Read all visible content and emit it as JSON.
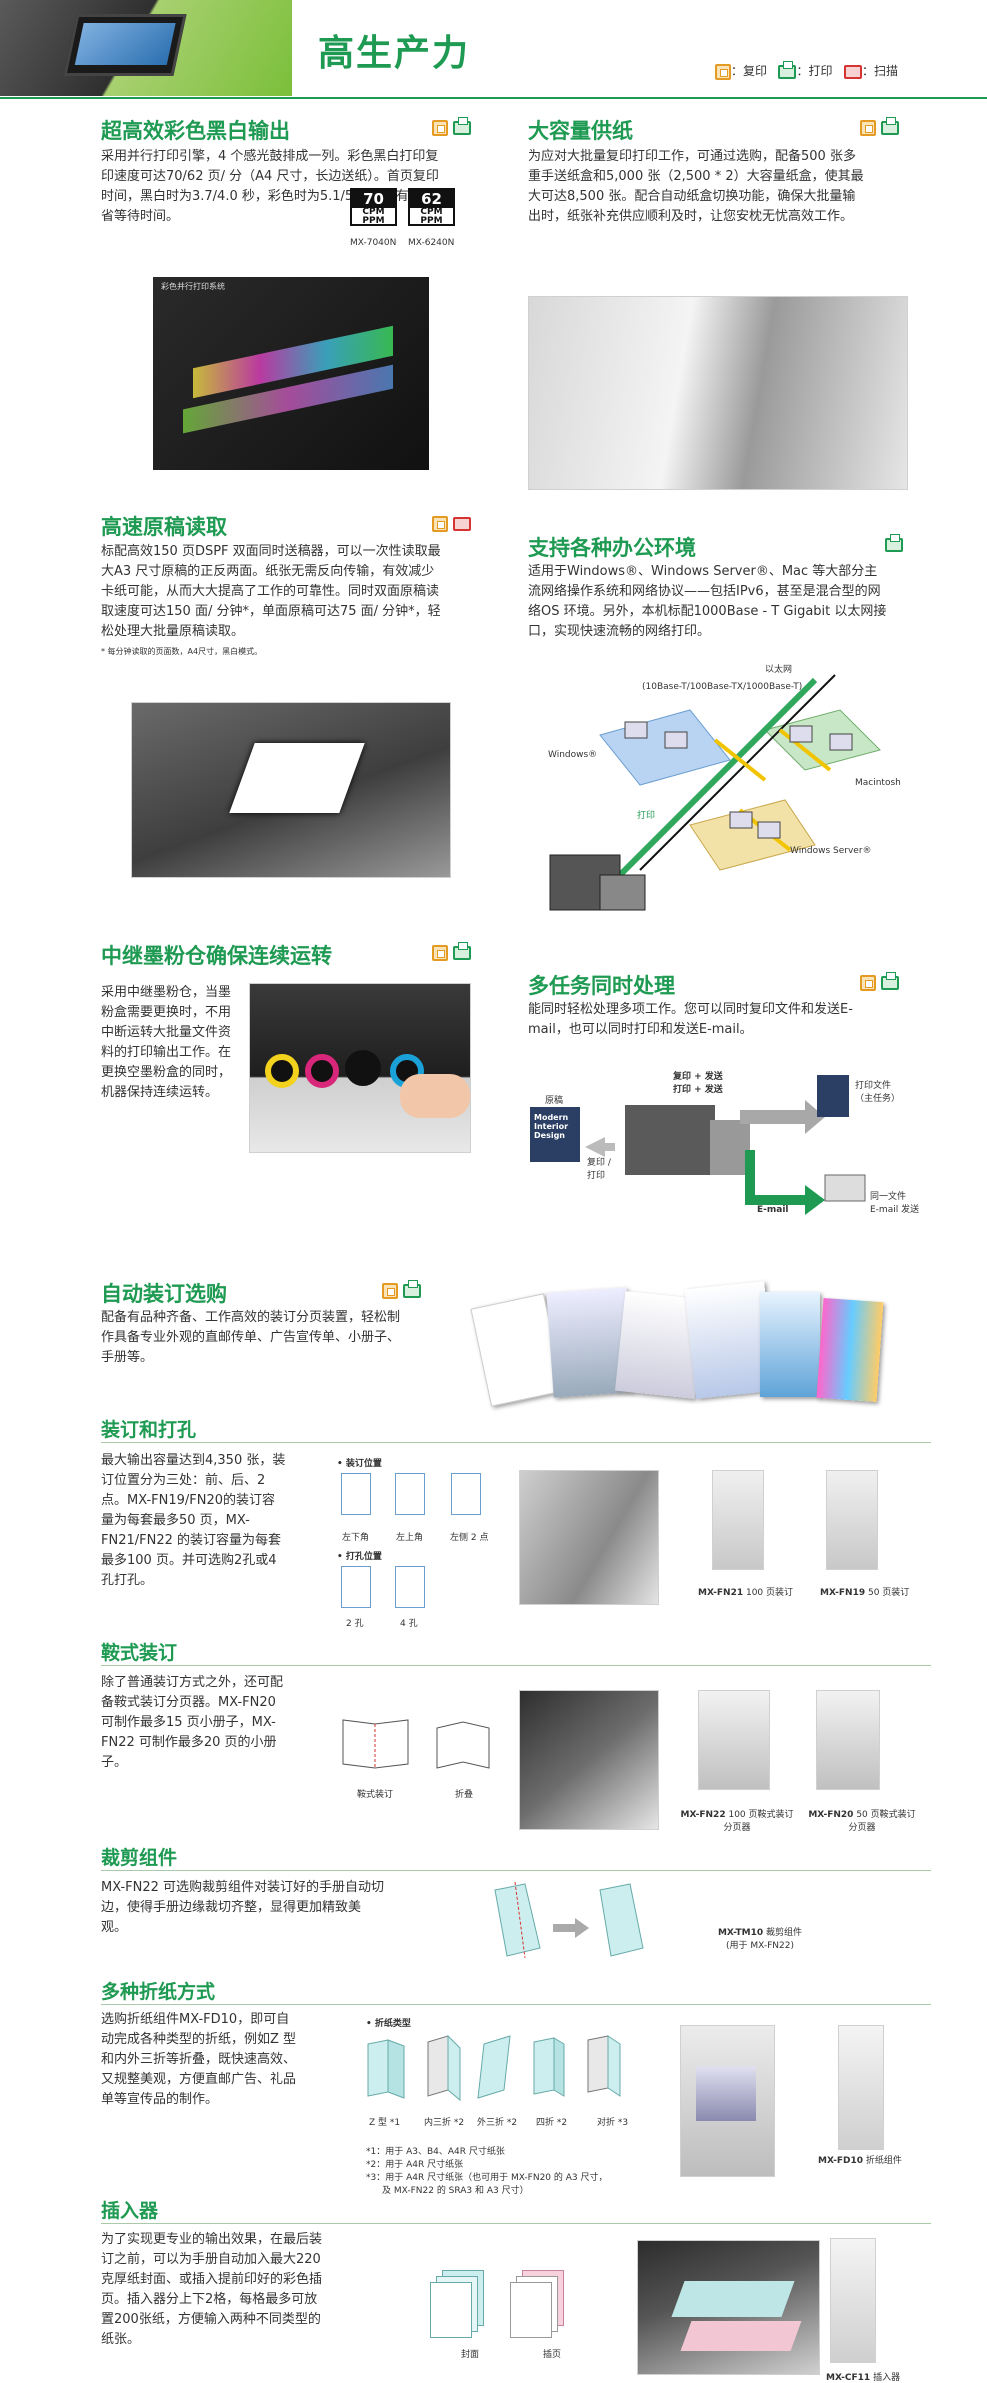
{
  "header": {
    "title": "高生产力",
    "legend": {
      "copy": "：复印",
      "print": "：打印",
      "scan": "：扫描"
    }
  },
  "sec1": {
    "title": "超高效彩色黑白输出",
    "text": "采用并行打印引擎，4 个感光鼓排成一列。彩色黑白打印复印速度可达70/62 页/ 分（A4 尺寸，长边送纸）。首页复印时间，黑白时为3.7/4.0 秒，彩色时为5.1/5.6 秒，有效节省等待时间。",
    "ppm": [
      {
        "num": "70",
        "label1": "CPM",
        "label2": "PPM",
        "model": "MX-7040N"
      },
      {
        "num": "62",
        "label1": "CPM",
        "label2": "PPM",
        "model": "MX-6240N"
      }
    ],
    "image_caption": "彩色并行打印系统"
  },
  "sec2": {
    "title": "大容量供纸",
    "text": "为应对大批量复印打印工作，可通过选购，配备500 张多重手送纸盒和5,000 张（2,500 * 2）大容量纸盒，使其最大可达8,500 张。配合自动纸盒切换功能，确保大批量输出时，纸张补充供应顺利及时，让您安枕无忧高效工作。"
  },
  "sec3": {
    "title": "高速原稿读取",
    "text": "标配高效150 页DSPF 双面同时送稿器，可以一次性读取最大A3 尺寸原稿的正反两面。纸张无需反向传输，有效减少卡纸可能，从而大大提高了工作的可靠性。同时双面原稿读取速度可达150 面/ 分钟*，单面原稿可达75 面/ 分钟*，轻松处理大批量原稿读取。",
    "note": "* 每分钟读取的页面数，A4尺寸，黑白模式。"
  },
  "sec4": {
    "title": "支持各种办公环境",
    "text": "适用于Windows®、Windows Server®、Mac 等大部分主流网络操作系统和网络协议——包括IPv6，甚至是混合型的网络OS 环境。另外，本机标配1000Base - T Gigabit 以太网接口，实现快速流畅的网络打印。",
    "diagram": {
      "ethernet": "以太网",
      "base": "(10Base-T/100Base-TX/1000Base-T)",
      "windows": "Windows®",
      "macintosh": "Macintosh",
      "print": "打印",
      "server": "Windows Server®"
    }
  },
  "sec5": {
    "title": "中继墨粉仓确保连续运转",
    "text": "采用中继墨粉仓，当墨粉盒需要更换时，不用中断运转大批量文件资料的打印输出工作。在更换空墨粉盒的同时，机器保持连续运转。"
  },
  "sec6": {
    "title": "多任务同时处理",
    "text": "能同时轻松处理多项工作。您可以同时复印文件和发送E-mail，也可以同时打印和发送E-mail。",
    "diagram": {
      "original": "原稿",
      "book_title": "Modern Interior Design",
      "copy_print": "复印 /\n打印",
      "top_label": "复印 + 发送\n打印 + 发送",
      "output": "打印文件\n（主任务）",
      "email": "E-mail",
      "email_send": "同一文件\nE-mail 发送"
    }
  },
  "sec7": {
    "title": "自动装订选购",
    "text": "配备有品种齐备、工作高效的装订分页装置，轻松制作具备专业外观的直邮传单、广告宣传单、小册子、手册等。"
  },
  "sec8": {
    "title": "装订和打孔",
    "text": "最大输出容量达到4,350 张，装订位置分为三处：前、后、2 点。MX-FN19/FN20的装订容量为每套最多50 页，MX-FN21/FN22 的装订容量为每套最多100 页。并可选购2孔或4孔打孔。",
    "staple_heading": "• 装订位置",
    "staple_labels": [
      "左下角",
      "左上角",
      "左侧 2 点"
    ],
    "punch_heading": "• 打孔位置",
    "punch_labels": [
      "2 孔",
      "4 孔"
    ],
    "models": [
      {
        "model": "MX-FN21",
        "desc": "100 页装订"
      },
      {
        "model": "MX-FN19",
        "desc": "50 页装订"
      }
    ]
  },
  "sec9": {
    "title": "鞍式装订",
    "text": "除了普通装订方式之外，还可配备鞍式装订分页器。MX-FN20 可制作最多15 页小册子，MX-FN22 可制作最多20 页的小册子。",
    "labels": [
      "鞍式装订",
      "折叠"
    ],
    "models": [
      {
        "model": "MX-FN22",
        "desc": "100 页鞍式装订",
        "desc2": "分页器"
      },
      {
        "model": "MX-FN20",
        "desc": "50 页鞍式装订",
        "desc2": "分页器"
      }
    ]
  },
  "sec10": {
    "title": "裁剪组件",
    "text": "MX-FN22 可选购裁剪组件对装订好的手册自动切边，使得手册边缘裁切齐整，显得更加精致美观。",
    "model": "MX-TM10",
    "desc": "裁剪组件",
    "desc2": "(用于 MX-FN22)"
  },
  "sec11": {
    "title": "多种折纸方式",
    "text": "选购折纸组件MX-FD10，即可自动完成各种类型的折纸，例如Z 型和内外三折等折叠，既快速高效、又规整美观，方便直邮广告、礼品单等宣传品的制作。",
    "heading": "• 折纸类型",
    "labels": [
      "Z 型 *1",
      "内三折 *2",
      "外三折 *2",
      "四折 *2",
      "对折 *3"
    ],
    "notes": [
      "*1：用于 A3、B4、A4R 尺寸纸张",
      "*2：用于 A4R 尺寸纸张",
      "*3：用于 A4R 尺寸纸张（也可用于 MX-FN20 的 A3 尺寸，",
      "及 MX-FN22 的 SRA3 和 A3 尺寸）"
    ],
    "model": "MX-FD10",
    "desc": "折纸组件"
  },
  "sec12": {
    "title": "插入器",
    "text": "为了实现更专业的输出效果，在最后装订之前，可以为手册自动加入最大220克厚纸封面、或插入提前印好的彩色插页。插入器分上下2格，每格最多可放置200张纸，方便输入两种不同类型的纸张。",
    "labels": [
      "封面",
      "插页"
    ],
    "model": "MX-CF11",
    "desc": "插入器"
  }
}
